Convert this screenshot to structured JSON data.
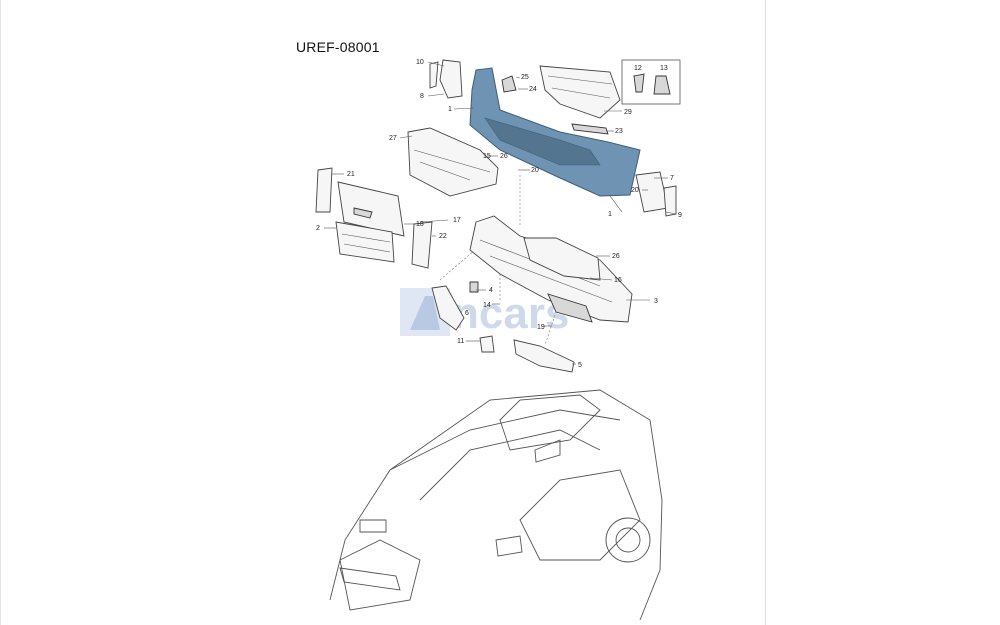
{
  "diagram": {
    "title": "UREF-08001",
    "highlight_color": "#6e93b3",
    "watermark": "ncars",
    "callouts": [
      "10",
      "8",
      "25",
      "24",
      "1",
      "29",
      "12",
      "13",
      "23",
      "27",
      "15",
      "26",
      "20",
      "21",
      "17",
      "18",
      "22",
      "2",
      "7",
      "20",
      "9",
      "1",
      "26",
      "16",
      "4",
      "14",
      "3",
      "6",
      "19",
      "11",
      "5"
    ]
  }
}
